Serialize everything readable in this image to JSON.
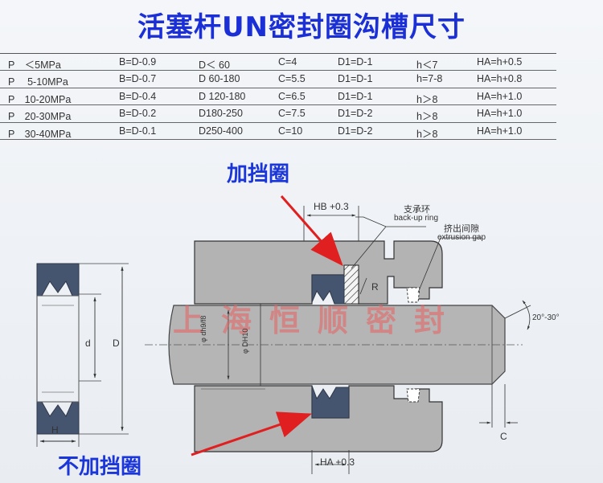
{
  "title": "活塞杆UN密封圈沟槽尺寸",
  "table": {
    "rows": [
      [
        "P　＜5MPa",
        "B=D-0.9",
        "D＜  60",
        "C=4",
        "D1=D-1",
        "h＜7",
        "HA=h+0.5"
      ],
      [
        "P　 5-10MPa",
        "B=D-0.7",
        "D 60-180",
        "C=5.5",
        "D1=D-1",
        "h=7-8",
        "HA=h+0.8"
      ],
      [
        "P　10-20MPa",
        "B=D-0.4",
        "D 120-180",
        "C=6.5",
        "D1=D-1",
        "h＞8",
        "HA=h+1.0"
      ],
      [
        "P　20-30MPa",
        "B=D-0.2",
        "D180-250",
        "C=7.5",
        "D1=D-2",
        "h＞8",
        "HA=h+1.0"
      ],
      [
        "P　30-40MPa",
        "B=D-0.1",
        "D250-400",
        "C=10",
        "D1=D-2",
        "h＞8",
        "HA=h+1.0"
      ]
    ]
  },
  "annotations": {
    "with_backup_ring": "加挡圈",
    "without_backup_ring": "不加挡圈",
    "watermark": "上海恒顺密封",
    "backup_ring_cn": "支承环",
    "backup_ring_en": "back-up ring",
    "extrusion_gap_cn": "挤出间隙",
    "extrusion_gap_en": "extrusion gap",
    "hb_dim": "HB +0.3",
    "ha_dim": "HA +0.3",
    "r_label": "R",
    "angle": "20°-30°",
    "c_label": "C",
    "h_label": "H",
    "d_label": "d",
    "D_label": "D",
    "rod_fit": "φ dh9/f8",
    "groove_fit": "φ DH10"
  },
  "colors": {
    "title": "#1b2fd6",
    "arrow": "#e02020",
    "seal": "#45546e",
    "housing": "#b3b3b3",
    "watermark": "#e85c5c"
  }
}
